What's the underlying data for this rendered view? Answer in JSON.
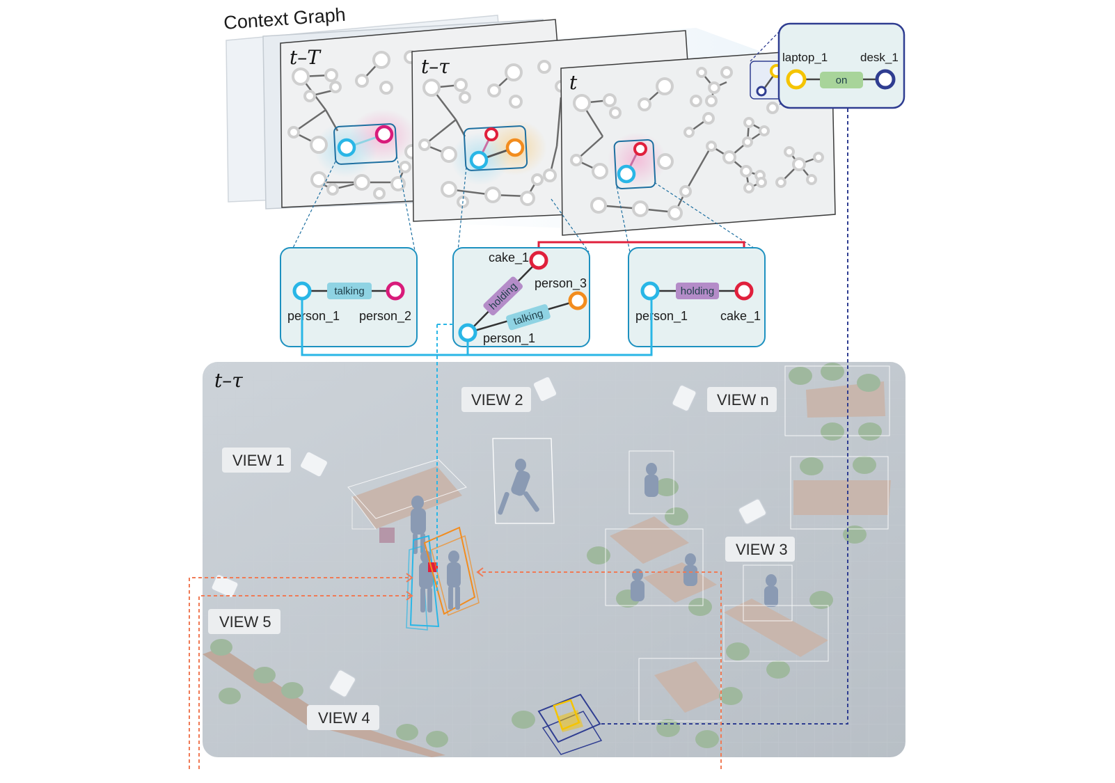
{
  "title": "Context Graph",
  "frames": [
    {
      "label": "t–T"
    },
    {
      "label": "t–τ"
    },
    {
      "label": "t"
    }
  ],
  "inset": {
    "nodes": [
      {
        "name": "laptop_1",
        "color": "#f5c400"
      },
      {
        "name": "desk_1",
        "color": "#2f3d91"
      }
    ],
    "relation": "on",
    "relation_color": "#a8d49a"
  },
  "subgraphs": [
    {
      "relations": [
        "talking"
      ],
      "nodes": [
        "person_1",
        "person_2"
      ]
    },
    {
      "relations": [
        "holding",
        "talking"
      ],
      "nodes": [
        "cake_1",
        "person_3",
        "person_1"
      ]
    },
    {
      "relations": [
        "holding"
      ],
      "nodes": [
        "person_1",
        "cake_1"
      ]
    }
  ],
  "scene": {
    "time_label": "t–τ",
    "views": [
      "VIEW 1",
      "VIEW 2",
      "VIEW n",
      "VIEW 3",
      "VIEW 5",
      "VIEW 4"
    ]
  },
  "colors": {
    "person_1": "#29b6e6",
    "person_2": "#d81b7a",
    "person_3": "#f28c1e",
    "cake_1": "#e0203c",
    "talking": "#8fd3e3",
    "holding": "#b48cc8",
    "panel_border": "#1d91c0"
  }
}
